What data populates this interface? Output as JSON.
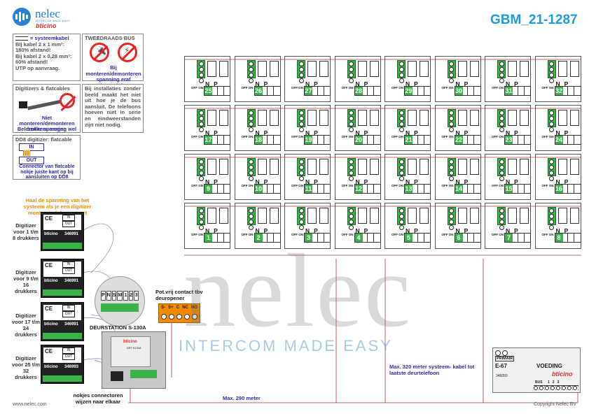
{
  "header": {
    "brand_name": "nelec",
    "brand_tagline": "INTERCOM MADE EASY",
    "partner_brand": "bticino",
    "document_id": "GBM_21-1287"
  },
  "notes": {
    "cable_title": "= systeemkabel",
    "cable_lines": [
      "Bij kabel 2 x 1 mm²:",
      "180% afstand!",
      "Bij kabel 2 x 0,28 mm²:",
      "60% afstand!",
      "UTP op aanvraag."
    ],
    "bus_title": "TWEEDRAADS BUS",
    "bus_warning": "Bij monteren/demonteren spanning eraf voorkomt defecten!",
    "flatcable_title": "Digitizers & flatcables",
    "flatcable_warning_1": "Niet monteren/demonteren onder spanning",
    "flatcable_warning_2": "Beldrukkers mogen wel",
    "install_text": "Bij installaties zonder beeld maakt het niet uit hoe je de bus aansluit. De telefoons hoeven niet in serie en eindweerstanden zijn niet nodig.",
    "dd8_title": "DD8 digitizer: flatcable",
    "dd8_in": "IN",
    "dd8_out": "OUT",
    "dd8_text": "Connector van flatcable nokje juiste kant op bij aansluiten op DD8"
  },
  "callouts": {
    "power_warning": "Haal de spanning van het systeem als je een digitizer monteert of demonteert",
    "contact_label": "Pot.vrij contact tbv deuropener",
    "contact_terminals": [
      "S-",
      "S+",
      "C",
      "NC",
      "NO"
    ],
    "door_station_label": "DEURSTATION S-130A",
    "connector_note": "nokjes connectoren wijzen naar elkaar",
    "max_290": "Max. 290 meter",
    "max_320": "Max. 320 meter systeem- kabel tot laatste deurtelefoon",
    "bus_sw_labels": [
      "P",
      "N",
      "S",
      "M",
      "1",
      "2",
      "3"
    ]
  },
  "digitizers": [
    {
      "label": "Digitizer voor 1 t/m 8 drukkers",
      "article": "346991"
    },
    {
      "label": "Digitizer voor 9 t/m 16 drukkers",
      "article": "346991"
    },
    {
      "label": "Digitizer voor 17 t/m 24 drukkers",
      "article": "346991"
    },
    {
      "label": "Digitizer voor 25 t/m 32 drukkers",
      "article": "346993"
    }
  ],
  "unit_labels": {
    "n": "N",
    "p": "P",
    "off_on": "OFF ON",
    "in": "IN",
    "out": "OUT",
    "ce": "CE"
  },
  "units": {
    "row1": [
      "25",
      "26",
      "27",
      "28",
      "29",
      "30",
      "31",
      "32"
    ],
    "row2": [
      "17",
      "18",
      "19",
      "20",
      "21",
      "22",
      "23",
      "24"
    ],
    "row3": [
      "9",
      "10",
      "11",
      "12",
      "13",
      "14",
      "15",
      "16"
    ],
    "row4": [
      "1",
      "2",
      "3",
      "4",
      "5",
      "6",
      "7",
      "8"
    ]
  },
  "power_supply": {
    "primary": "PRIMAIR",
    "model": "E-67",
    "label": "VOEDING",
    "brand": "bticino",
    "article": "346050",
    "bus_label": "BUS",
    "ports": [
      "1",
      "2",
      "3"
    ]
  },
  "door_station": {
    "brand": "bticino",
    "article": "ART.S130A"
  },
  "watermark": {
    "word": "nelec",
    "slogan": "INTERCOM MADE EASY"
  },
  "footer": {
    "website": "www.nelec.com",
    "copyright": "Copyright Nelec BV"
  }
}
